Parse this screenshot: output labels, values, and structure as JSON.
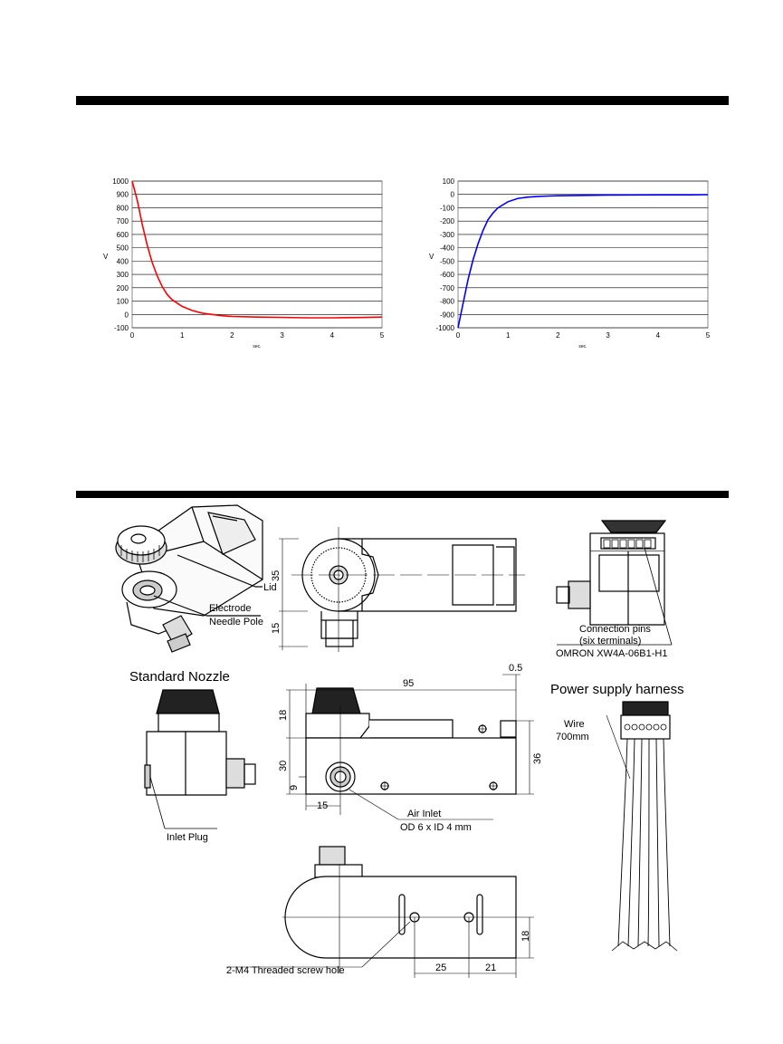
{
  "chart_data": [
    {
      "type": "line",
      "title": "",
      "xlabel": "sec.",
      "ylabel": "V",
      "xlim": [
        0,
        5
      ],
      "ylim": [
        -100,
        1000
      ],
      "xticks": [
        "0",
        "1",
        "2",
        "3",
        "4",
        "5"
      ],
      "yticks": [
        "1000",
        "900",
        "800",
        "700",
        "600",
        "500",
        "400",
        "300",
        "200",
        "100",
        "0",
        "-100"
      ],
      "grid": true,
      "series": [
        {
          "color": "#ff0000",
          "x": [
            0,
            0.1,
            0.2,
            0.3,
            0.4,
            0.5,
            0.6,
            0.7,
            0.8,
            1.0,
            1.2,
            1.4,
            1.6,
            1.8,
            2.0,
            2.5,
            3.0,
            3.5,
            4.0,
            4.5,
            5.0
          ],
          "y": [
            1000,
            860,
            680,
            520,
            390,
            290,
            210,
            150,
            110,
            60,
            30,
            10,
            0,
            -10,
            -15,
            -20,
            -22,
            -25,
            -25,
            -23,
            -20
          ]
        }
      ]
    },
    {
      "type": "line",
      "title": "",
      "xlabel": "sec.",
      "ylabel": "V",
      "xlim": [
        0,
        5
      ],
      "ylim": [
        -1000,
        100
      ],
      "xticks": [
        "0",
        "1",
        "2",
        "3",
        "4",
        "5"
      ],
      "yticks": [
        "100",
        "0",
        "-100",
        "-200",
        "-300",
        "-400",
        "-500",
        "-600",
        "-700",
        "-800",
        "-900",
        "-1000"
      ],
      "grid": true,
      "series": [
        {
          "color": "#0000ff",
          "x": [
            0,
            0.1,
            0.2,
            0.3,
            0.4,
            0.5,
            0.6,
            0.7,
            0.8,
            1.0,
            1.2,
            1.4,
            1.6,
            1.8,
            2.0,
            2.5,
            3.0,
            3.5,
            4.0,
            4.5,
            5.0
          ],
          "y": [
            -1000,
            -820,
            -640,
            -490,
            -370,
            -270,
            -190,
            -140,
            -100,
            -55,
            -30,
            -20,
            -15,
            -12,
            -10,
            -7,
            -5,
            -4,
            -3,
            -3,
            -2
          ]
        }
      ]
    }
  ],
  "drawing": {
    "labels": {
      "lid": "Lid",
      "electrode_1": "Electrode",
      "electrode_2": "Needle Pole",
      "standard_nozzle": "Standard Nozzle",
      "inlet_plug": "Inlet Plug",
      "connection_pins_1": "Connection pins",
      "connection_pins_2": "(six terminals)",
      "connector_model": "OMRON XW4A-06B1-H1",
      "power_harness": "Power supply harness",
      "wire_1": "Wire",
      "wire_2": "700mm",
      "air_inlet_1": "Air Inlet",
      "air_inlet_2": "OD 6 x ID 4 mm",
      "screw_hole": "2-M4 Threaded screw hole"
    },
    "dimensions": {
      "d35": "35",
      "d15_top": "15",
      "d95": "95",
      "d05": "0.5",
      "d18_side": "18",
      "d30": "30",
      "d9": "9",
      "d15_bottom": "15",
      "d36": "36",
      "d25": "25",
      "d21": "21",
      "d18_bottom": "18"
    }
  }
}
